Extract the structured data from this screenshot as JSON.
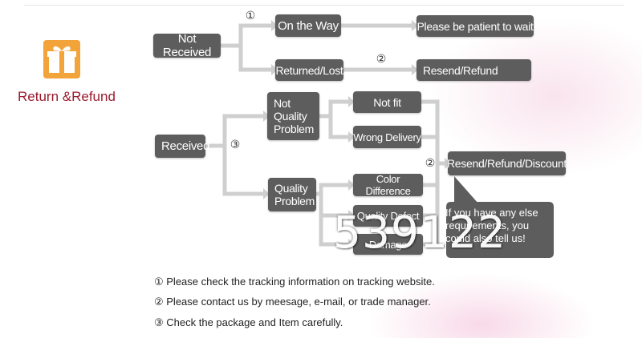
{
  "header": {
    "title": "Return &Refund"
  },
  "nodes": {
    "not_received": "Not Received",
    "on_the_way": "On the Way",
    "returned_lost": "Returned/Lost",
    "please_wait": "Please be patient to wait",
    "resend_refund": "Resend/Refund",
    "received": "Received",
    "not_quality_problem": "Not Quality Problem",
    "not_fit": "Not fit",
    "wrong_delivery": "Wrong Delivery",
    "quality_problem": "Quality Problem",
    "color_difference": "Color Difference",
    "quality_defect": "Quality Defect",
    "damage": "Damage",
    "resend_refund_discount": "Resend/Refund/Discount"
  },
  "bubble": {
    "text": "If you have any else requirements, you could also tell us!"
  },
  "markers": {
    "one": "①",
    "two": "②",
    "three": "③"
  },
  "notes": [
    "① Please check the tracking information on tracking website.",
    "② Please contact us by meesage, e-mail, or trade manager.",
    "③ Check the package and Item carefully."
  ],
  "watermark": "539122",
  "colors": {
    "box": "#5d5d5d",
    "line": "#c9c9c9",
    "title": "#9a1b2e",
    "gift": "#f2a33a"
  }
}
